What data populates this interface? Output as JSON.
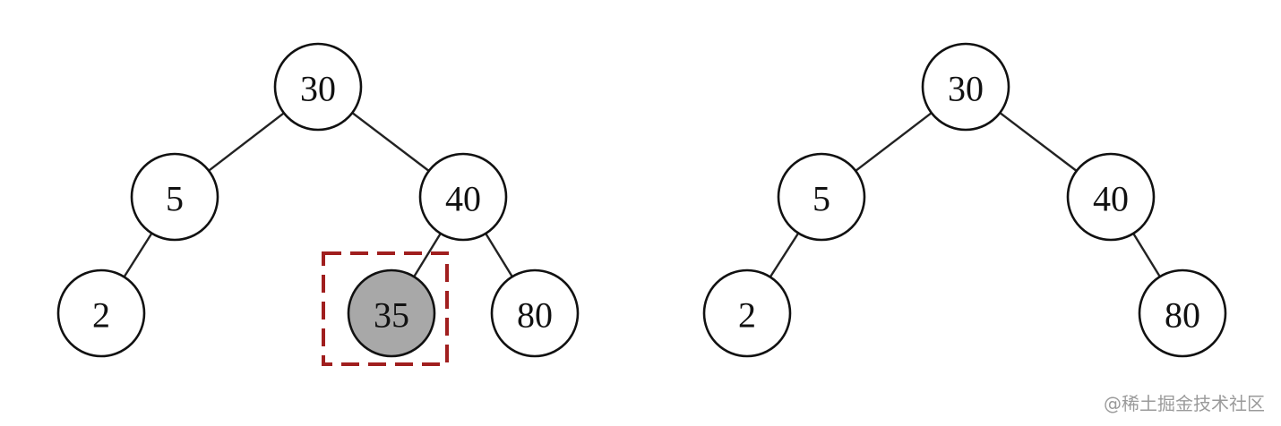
{
  "colors": {
    "node_fill": "#ffffff",
    "highlighted_node_fill": "#a8a8a8",
    "highlight_box_stroke": "#a01e1e"
  },
  "trees": [
    {
      "name": "before-deletion",
      "nodes": [
        {
          "id": "n30",
          "label": "30",
          "highlighted": false
        },
        {
          "id": "n5",
          "label": "5",
          "highlighted": false
        },
        {
          "id": "n40",
          "label": "40",
          "highlighted": false
        },
        {
          "id": "n2",
          "label": "2",
          "highlighted": false
        },
        {
          "id": "n35",
          "label": "35",
          "highlighted": true
        },
        {
          "id": "n80",
          "label": "80",
          "highlighted": false
        }
      ],
      "edges": [
        [
          "n30",
          "n5"
        ],
        [
          "n30",
          "n40"
        ],
        [
          "n5",
          "n2"
        ],
        [
          "n40",
          "n35"
        ],
        [
          "n40",
          "n80"
        ]
      ]
    },
    {
      "name": "after-deletion",
      "nodes": [
        {
          "id": "n30",
          "label": "30",
          "highlighted": false
        },
        {
          "id": "n5",
          "label": "5",
          "highlighted": false
        },
        {
          "id": "n40",
          "label": "40",
          "highlighted": false
        },
        {
          "id": "n2",
          "label": "2",
          "highlighted": false
        },
        {
          "id": "n80",
          "label": "80",
          "highlighted": false
        }
      ],
      "edges": [
        [
          "n30",
          "n5"
        ],
        [
          "n30",
          "n40"
        ],
        [
          "n5",
          "n2"
        ],
        [
          "n40",
          "n80"
        ]
      ]
    }
  ],
  "watermark": "@稀土掘金技术社区"
}
